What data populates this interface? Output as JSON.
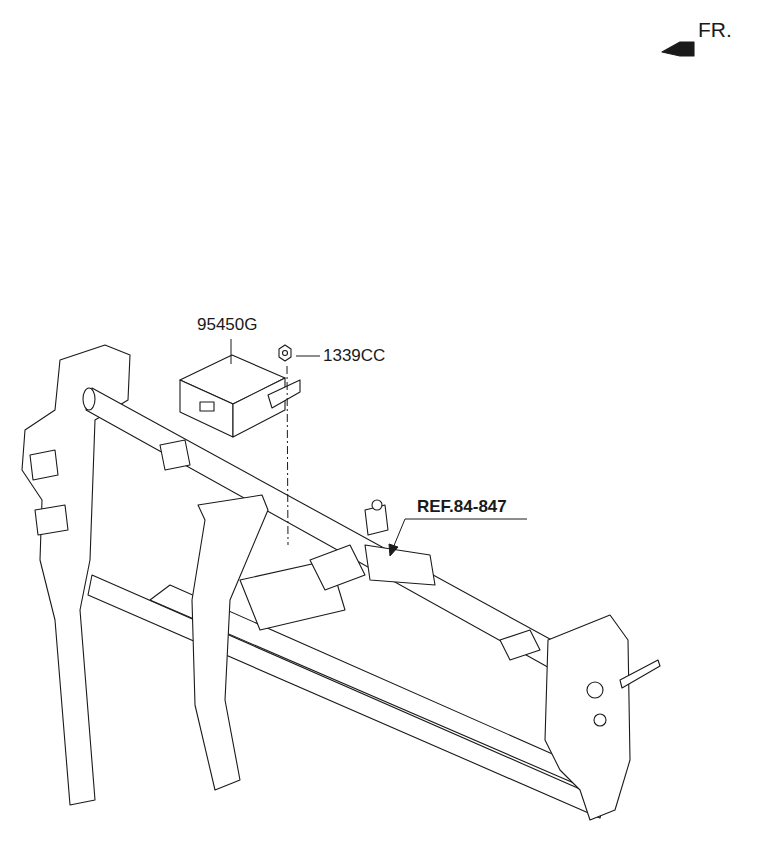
{
  "diagram": {
    "labels": [
      "FR.",
      "95450G",
      "1339CC",
      "REF.84-847"
    ]
  }
}
